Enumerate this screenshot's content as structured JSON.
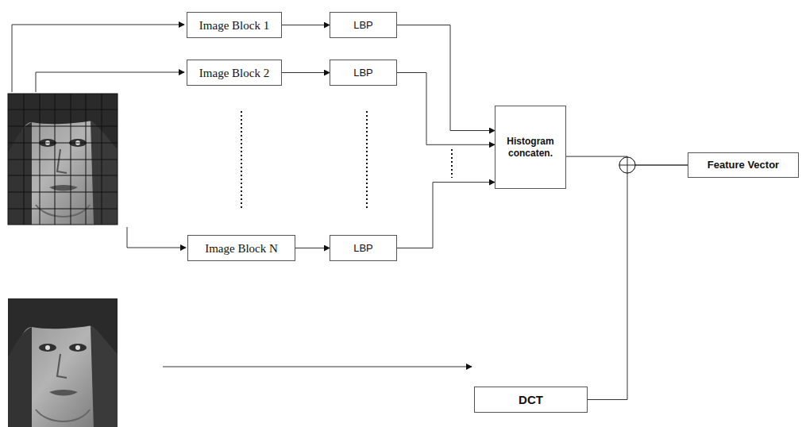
{
  "diagram": {
    "nodes": [
      {
        "text": [
          "Image Block 1"
        ]
      },
      {
        "text": [
          "LBP"
        ]
      },
      {
        "text": [
          "Image Block 2"
        ]
      },
      {
        "text": [
          "LBP"
        ]
      },
      {
        "text": [
          "Image Block N"
        ]
      },
      {
        "text": [
          "LBP"
        ]
      },
      {
        "text": [
          "Histogram concaten."
        ]
      },
      {
        "text": [
          "DCT"
        ]
      },
      {
        "text": [
          "Feature Vector"
        ]
      }
    ],
    "edges": [
      {
        "from": 0,
        "to": 1,
        "arrow": "to"
      },
      {
        "from": 2,
        "to": 3,
        "arrow": "to"
      },
      {
        "from": 4,
        "to": 5,
        "arrow": "to"
      },
      {
        "from": 1,
        "to": 6,
        "arrow": "to"
      },
      {
        "from": 3,
        "to": 6,
        "arrow": "to"
      },
      {
        "from": 5,
        "to": 6,
        "arrow": "to"
      },
      {
        "from": 6,
        "to": 8,
        "arrow": "none"
      },
      {
        "from": 7,
        "to": 8,
        "arrow": "none"
      }
    ]
  }
}
